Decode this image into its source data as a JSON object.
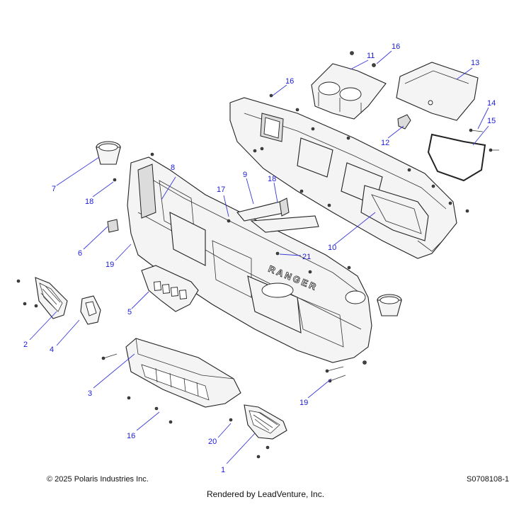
{
  "callouts": [
    {
      "id": "c1",
      "label": "1"
    },
    {
      "id": "c2",
      "label": "2"
    },
    {
      "id": "c3",
      "label": "3"
    },
    {
      "id": "c4",
      "label": "4"
    },
    {
      "id": "c5",
      "label": "5"
    },
    {
      "id": "c6",
      "label": "6"
    },
    {
      "id": "c7",
      "label": "7"
    },
    {
      "id": "c8",
      "label": "8"
    },
    {
      "id": "c9",
      "label": "9"
    },
    {
      "id": "c10",
      "label": "10"
    },
    {
      "id": "c11",
      "label": "11"
    },
    {
      "id": "c12",
      "label": "12"
    },
    {
      "id": "c13",
      "label": "13"
    },
    {
      "id": "c14",
      "label": "14"
    },
    {
      "id": "c15",
      "label": "15"
    },
    {
      "id": "c16a",
      "label": "16"
    },
    {
      "id": "c16b",
      "label": "16"
    },
    {
      "id": "c16c",
      "label": "16"
    },
    {
      "id": "c17",
      "label": "17"
    },
    {
      "id": "c18a",
      "label": "18"
    },
    {
      "id": "c18b",
      "label": "18"
    },
    {
      "id": "c19a",
      "label": "19"
    },
    {
      "id": "c19b",
      "label": "19"
    },
    {
      "id": "c20",
      "label": "20"
    },
    {
      "id": "c21",
      "label": "21"
    }
  ],
  "dash_lettering": "RANGER",
  "footer": {
    "copyright": "© 2025 Polaris Industries Inc.",
    "diagram_code": "S0708108-1",
    "rendered_by": "Rendered by LeadVenture, Inc."
  },
  "colors": {
    "callout": "#1a1ad6",
    "line_art": "#222222"
  }
}
